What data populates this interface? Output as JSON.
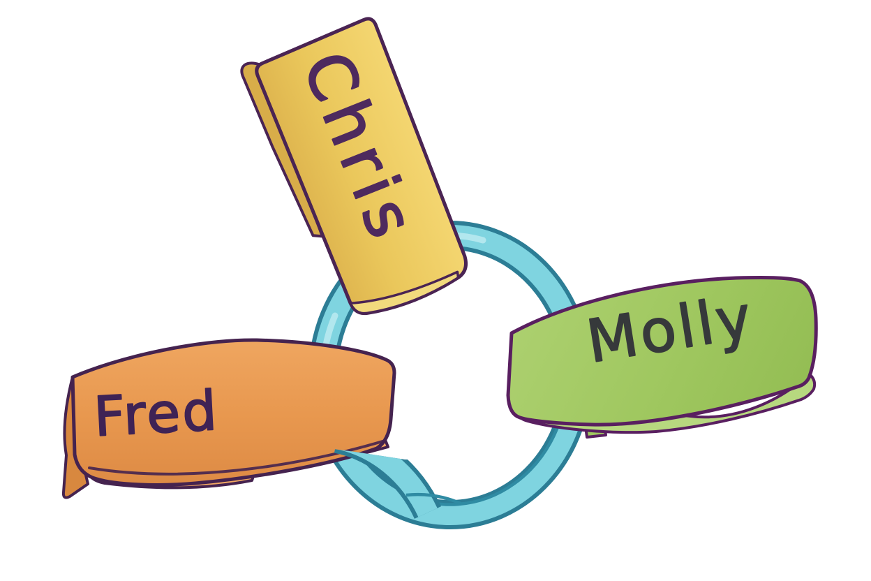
{
  "illustration": {
    "bands": [
      {
        "label": "Chris",
        "fill": "#eac75b",
        "shade": "#d8ad49",
        "inner": "#f2da7d",
        "outline": "#4a2453",
        "text_color": "#4e2a5e"
      },
      {
        "label": "Fred",
        "fill": "#e8984f",
        "shade": "#d8883f",
        "inner": "#f0a763",
        "outline": "#45234f",
        "text_color": "#3f2355"
      },
      {
        "label": "Molly",
        "fill": "#9fc75f",
        "inner": "#b7d87f",
        "outline": "#591f60",
        "text_color": "#36393b"
      }
    ],
    "ring": {
      "fill": "#7fd4e0",
      "outline": "#2c7d95",
      "highlight": "#b8e9ef",
      "inner_line": "#2f8ba3"
    }
  }
}
